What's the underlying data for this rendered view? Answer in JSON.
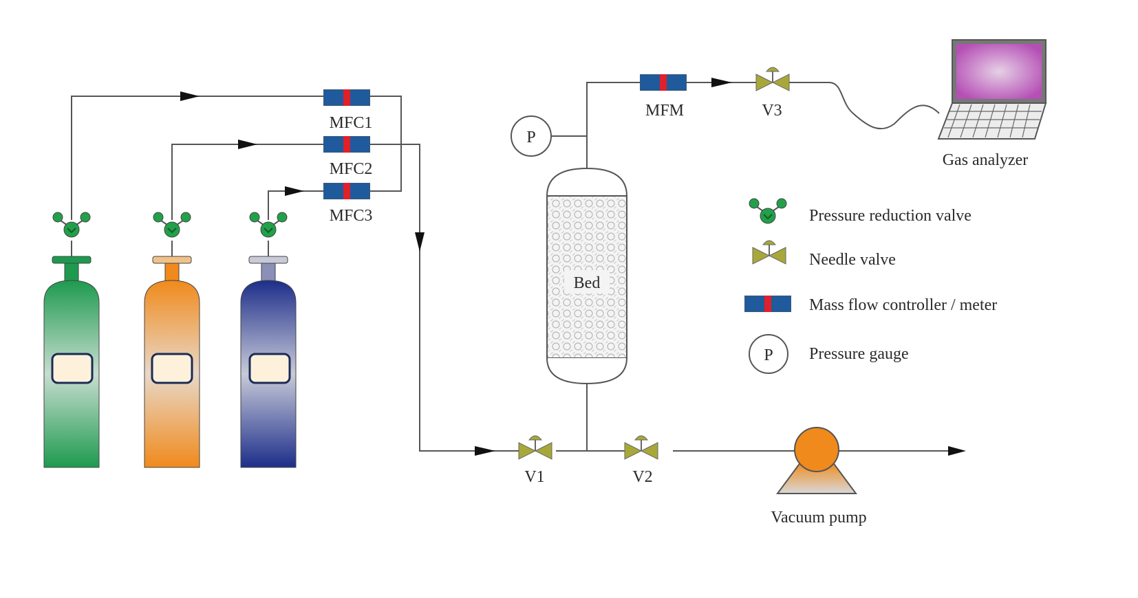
{
  "labels": {
    "mfc1": "MFC1",
    "mfc2": "MFC2",
    "mfc3": "MFC3",
    "mfm": "MFM",
    "v1": "V1",
    "v2": "V2",
    "v3": "V3",
    "bed": "Bed",
    "gauge": "P",
    "gas_analyzer": "Gas analyzer",
    "vacuum_pump": "Vacuum pump"
  },
  "legend": {
    "items": [
      {
        "icon": "pressure-reduction-valve-icon",
        "label": "Pressure reduction valve"
      },
      {
        "icon": "needle-valve-icon",
        "label": "Needle valve"
      },
      {
        "icon": "mass-flow-controller-icon",
        "label": "Mass flow controller / meter"
      },
      {
        "icon": "pressure-gauge-icon",
        "label": "Pressure gauge"
      }
    ],
    "gauge_symbol": "P"
  },
  "colors": {
    "cylinder_green": "#1e9a4f",
    "cylinder_orange": "#f08a1c",
    "cylinder_blue": "#1d2e8a",
    "mfc_blue": "#1f5a9c",
    "mfc_red": "#e0202a",
    "valve_olive": "#a8a83a",
    "reduction_valve_green": "#22a04a",
    "pump_orange": "#f08a1c",
    "screen_magenta": "#b54fb5"
  }
}
